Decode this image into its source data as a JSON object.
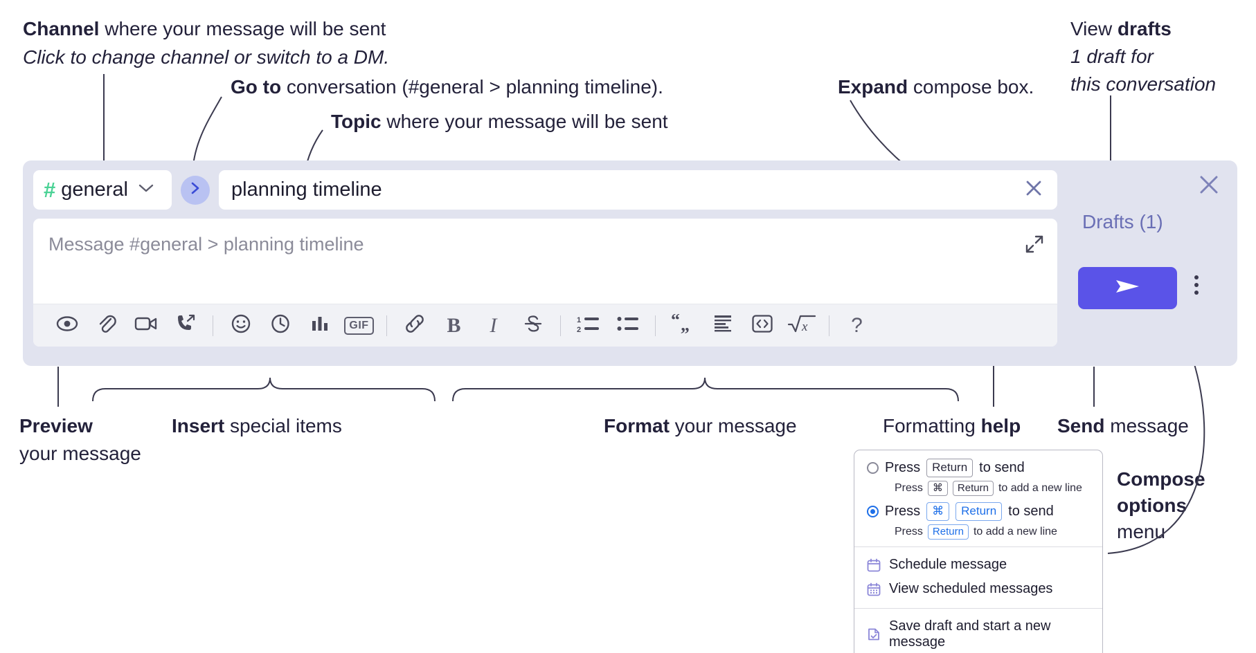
{
  "annotations": {
    "channel": {
      "bold": "Channel",
      "rest": " where your message will be sent",
      "sub": "Click to change channel or switch to a DM."
    },
    "goto": {
      "bold": "Go to",
      "rest": " conversation (#general > planning timeline)."
    },
    "topic": {
      "bold": "Topic",
      "rest": " where your message will be sent"
    },
    "expand": {
      "bold": "Expand",
      "rest": " compose box."
    },
    "drafts": {
      "line1_a": "View ",
      "line1_b": "drafts",
      "line2": "1 draft for",
      "line3": "this conversation"
    },
    "preview": {
      "bold": "Preview",
      "line2": "your message"
    },
    "insert": {
      "bold": "Insert",
      "rest": " special items"
    },
    "format": {
      "bold": "Format",
      "rest": " your message"
    },
    "help": {
      "pre": "Formatting ",
      "bold": "help"
    },
    "send": {
      "bold": "Send",
      "rest": " message"
    },
    "compose_options": {
      "line1": "Compose",
      "line2": "options",
      "line3": "menu"
    }
  },
  "compose": {
    "channel": {
      "hash": "#",
      "name": "general",
      "chevron_icon": "chevron-down-icon"
    },
    "goto_icon": "chevron-right-icon",
    "topic": {
      "value": "planning timeline",
      "clear_icon": "close-icon"
    },
    "message": {
      "placeholder": "Message #general > planning timeline",
      "expand_icon": "expand-icon"
    },
    "toolbar": [
      {
        "name": "preview-button",
        "icon": "eye-icon"
      },
      {
        "name": "attach-button",
        "icon": "paperclip-icon"
      },
      {
        "name": "video-clip-button",
        "icon": "video-camera-icon"
      },
      {
        "name": "audio-clip-button",
        "icon": "phone-arrow-icon"
      },
      {
        "name": "separator-1",
        "icon": "separator"
      },
      {
        "name": "emoji-button",
        "icon": "smiley-icon"
      },
      {
        "name": "reminder-button",
        "icon": "clock-icon"
      },
      {
        "name": "poll-button",
        "icon": "bar-chart-icon"
      },
      {
        "name": "gif-button",
        "icon": "gif-icon",
        "label": "GIF"
      },
      {
        "name": "separator-2",
        "icon": "separator"
      },
      {
        "name": "link-button",
        "icon": "link-icon"
      },
      {
        "name": "bold-button",
        "icon": "bold-icon",
        "label": "B"
      },
      {
        "name": "italic-button",
        "icon": "italic-icon",
        "label": "I"
      },
      {
        "name": "strikethrough-button",
        "icon": "strikethrough-icon"
      },
      {
        "name": "separator-3",
        "icon": "separator"
      },
      {
        "name": "ordered-list-button",
        "icon": "ordered-list-icon"
      },
      {
        "name": "bulleted-list-button",
        "icon": "bulleted-list-icon"
      },
      {
        "name": "separator-4",
        "icon": "separator"
      },
      {
        "name": "blockquote-button",
        "icon": "quote-icon"
      },
      {
        "name": "code-block-button",
        "icon": "code-block-icon"
      },
      {
        "name": "inline-code-button",
        "icon": "code-brackets-icon"
      },
      {
        "name": "math-button",
        "icon": "square-root-x-icon"
      },
      {
        "name": "separator-5",
        "icon": "separator"
      },
      {
        "name": "formatting-help-button",
        "icon": "question-mark-icon",
        "label": "?"
      }
    ],
    "rail": {
      "close_icon": "close-icon",
      "drafts_label": "Drafts (1)",
      "send_icon": "send-paper-plane-icon",
      "kebab_icon": "more-options-vertical-icon"
    }
  },
  "menu": {
    "option1": {
      "press": "Press",
      "key": "Return",
      "tail": "to send",
      "sub_press": "Press",
      "sub_key1": "⌘",
      "sub_key2": "Return",
      "sub_tail": "to add a new line",
      "selected": false
    },
    "option2": {
      "press": "Press",
      "key1": "⌘",
      "key2": "Return",
      "tail": "to send",
      "sub_press": "Press",
      "sub_key": "Return",
      "sub_tail": "to add a new line",
      "selected": true
    },
    "items": [
      {
        "label": "Schedule message",
        "icon": "calendar-icon"
      },
      {
        "label": "View scheduled messages",
        "icon": "calendar-grid-icon"
      },
      {
        "label": "Save draft and start a new message",
        "icon": "document-check-icon"
      }
    ]
  },
  "colors": {
    "panel_bg": "#e1e3ef",
    "accent_send": "#5a53e8",
    "hash_green": "#4ad295",
    "goto_circle": "#b9c2f2",
    "drafts_text": "#6a6fb5",
    "radio_blue": "#1e6fe8",
    "menu_icon_purple": "#8b86d8"
  }
}
